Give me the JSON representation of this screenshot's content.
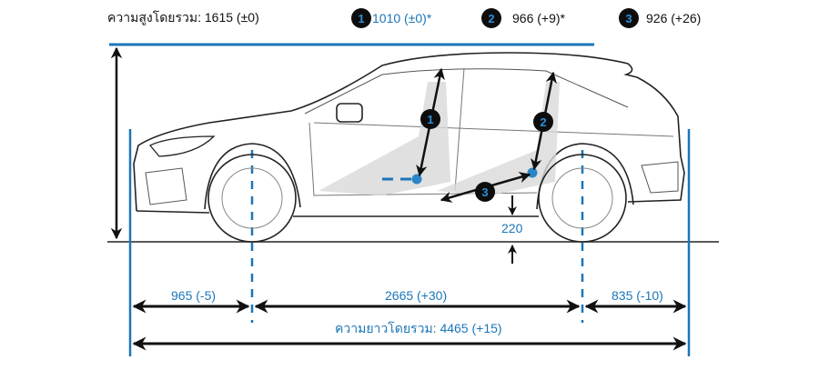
{
  "header": {
    "overall_height": "ความสูงโดยรวม: 1615 (±0)",
    "measures": [
      {
        "badge": "1",
        "value": "1010 (±0)*"
      },
      {
        "badge": "2",
        "value": "966 (+9)*"
      },
      {
        "badge": "3",
        "value": "926 (+26)"
      }
    ]
  },
  "diagram": {
    "ground_clearance": "220",
    "front_overhang": "965 (-5)",
    "wheelbase": "2665 (+30)",
    "rear_overhang": "835 (-10)",
    "overall_length": "ความยาวโดยรวม: 4465 (+15)",
    "callouts": [
      "1",
      "2",
      "3"
    ]
  },
  "colors": {
    "accent_blue": "#1a76b8",
    "arrow_black": "#111111",
    "badge_fill": "#0d0d0d",
    "badge_text": "#2b8fd6"
  }
}
